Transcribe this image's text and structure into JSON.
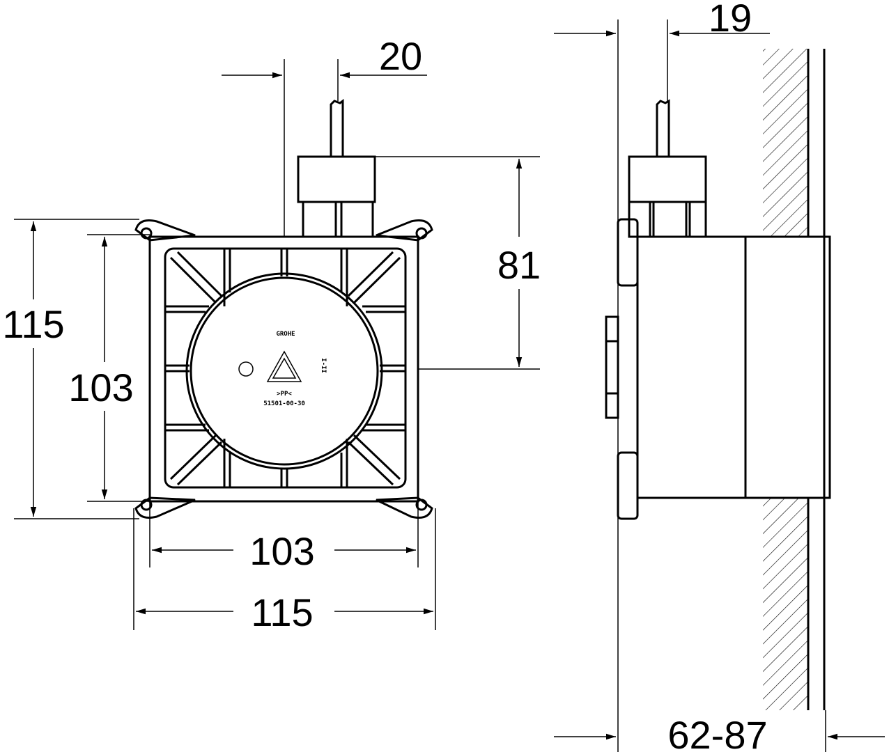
{
  "dimensions": {
    "front_height_outer": "115",
    "front_height_inner": "103",
    "front_width_inner": "103",
    "front_width_outer": "115",
    "nut_height": "81",
    "pipe_offset": "20",
    "side_pipe_offset": "19",
    "wall_depth_range": "62-87"
  },
  "markings": {
    "brand": "GROHE",
    "material": ">PP<",
    "part_number": "51501-00-30",
    "code": "I-II"
  },
  "colors": {
    "line": "#000000",
    "background": "#ffffff"
  }
}
